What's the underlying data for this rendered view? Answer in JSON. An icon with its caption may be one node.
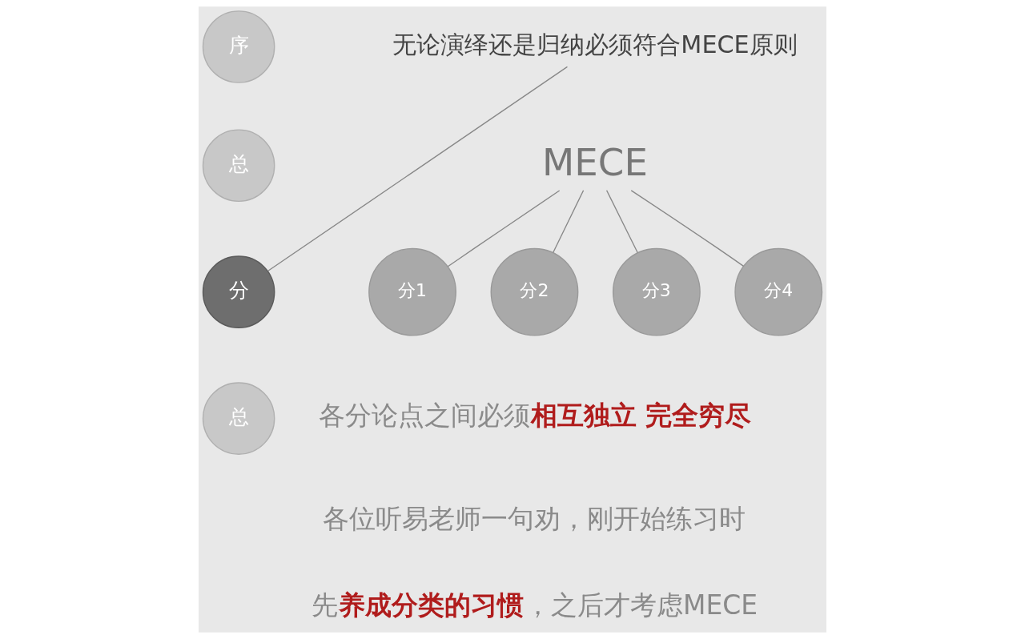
{
  "diagram": {
    "nodes": [
      {
        "text": [
          "序"
        ]
      },
      {
        "text": [
          "总"
        ]
      },
      {
        "text": [
          "分"
        ]
      },
      {
        "text": [
          "总"
        ]
      },
      {
        "text": [
          "无论演绎还是归纳必须符合MECE原则"
        ]
      },
      {
        "text": [
          "MECE"
        ]
      },
      {
        "text": [
          "分1"
        ]
      },
      {
        "text": [
          "分2"
        ]
      },
      {
        "text": [
          "分3"
        ]
      },
      {
        "text": [
          "分4"
        ]
      }
    ],
    "edges": [
      {
        "from": 2,
        "to": 4,
        "arrow": "none"
      },
      {
        "from": 5,
        "to": 6,
        "arrow": "none"
      },
      {
        "from": 5,
        "to": 7,
        "arrow": "none"
      },
      {
        "from": 5,
        "to": 8,
        "arrow": "none"
      },
      {
        "from": 5,
        "to": 9,
        "arrow": "none"
      }
    ],
    "labels": [
      "各分论点之间必须**相互独立 完全穷尽**",
      "各位听易老师一句劝，刚开始练习时",
      "先**养成分类的习惯**，之后才考虑MECE"
    ]
  }
}
